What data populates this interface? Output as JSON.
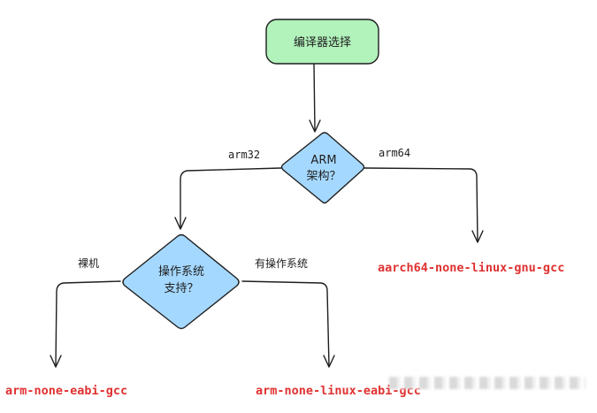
{
  "colors": {
    "start_fill": "#b2f2bb",
    "decision_fill": "#a5d8ff",
    "stroke": "#1e1e1e",
    "result_text": "#e03131"
  },
  "nodes": {
    "start": {
      "label": "编译器选择"
    },
    "arch_decision": {
      "lines": [
        "ARM",
        "架构？"
      ]
    },
    "os_decision": {
      "lines": [
        "操作系统",
        "支持？"
      ]
    }
  },
  "edges": {
    "arm32": "arm32",
    "arm64": "arm64",
    "bare_metal": "裸机",
    "with_os": "有操作系统"
  },
  "results": {
    "aarch64": "aarch64-none-linux-gnu-gcc",
    "eabi": "arm-none-eabi-gcc",
    "linux_eabi": "arm-none-linux-eabi-gcc"
  }
}
